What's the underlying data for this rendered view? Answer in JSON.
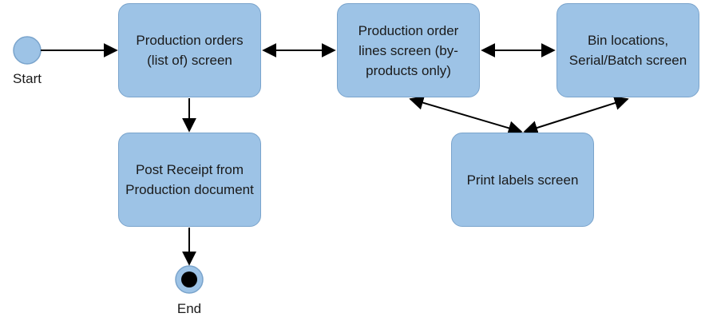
{
  "nodes": {
    "start": {
      "label": "Start"
    },
    "end": {
      "label": "End"
    },
    "production_orders": {
      "label": "Production orders (list of) screen"
    },
    "production_order_lines": {
      "label": "Production order lines screen (by-products only)"
    },
    "bin_locations": {
      "label": "Bin locations, Serial/Batch screen"
    },
    "post_receipt": {
      "label": "Post Receipt from Production document"
    },
    "print_labels": {
      "label": "Print labels screen"
    }
  },
  "edges": [
    {
      "from": "start",
      "to": "production_orders",
      "direction": "forward"
    },
    {
      "from": "production_orders",
      "to": "production_order_lines",
      "direction": "both"
    },
    {
      "from": "production_order_lines",
      "to": "bin_locations",
      "direction": "both"
    },
    {
      "from": "production_orders",
      "to": "post_receipt",
      "direction": "forward"
    },
    {
      "from": "post_receipt",
      "to": "end",
      "direction": "forward"
    },
    {
      "from": "production_order_lines",
      "to": "print_labels",
      "direction": "both"
    },
    {
      "from": "bin_locations",
      "to": "print_labels",
      "direction": "both"
    }
  ],
  "colors": {
    "box_fill": "#9dc3e6",
    "box_border": "#7aa4cc",
    "arrow": "#000000",
    "end_dot": "#000000"
  }
}
